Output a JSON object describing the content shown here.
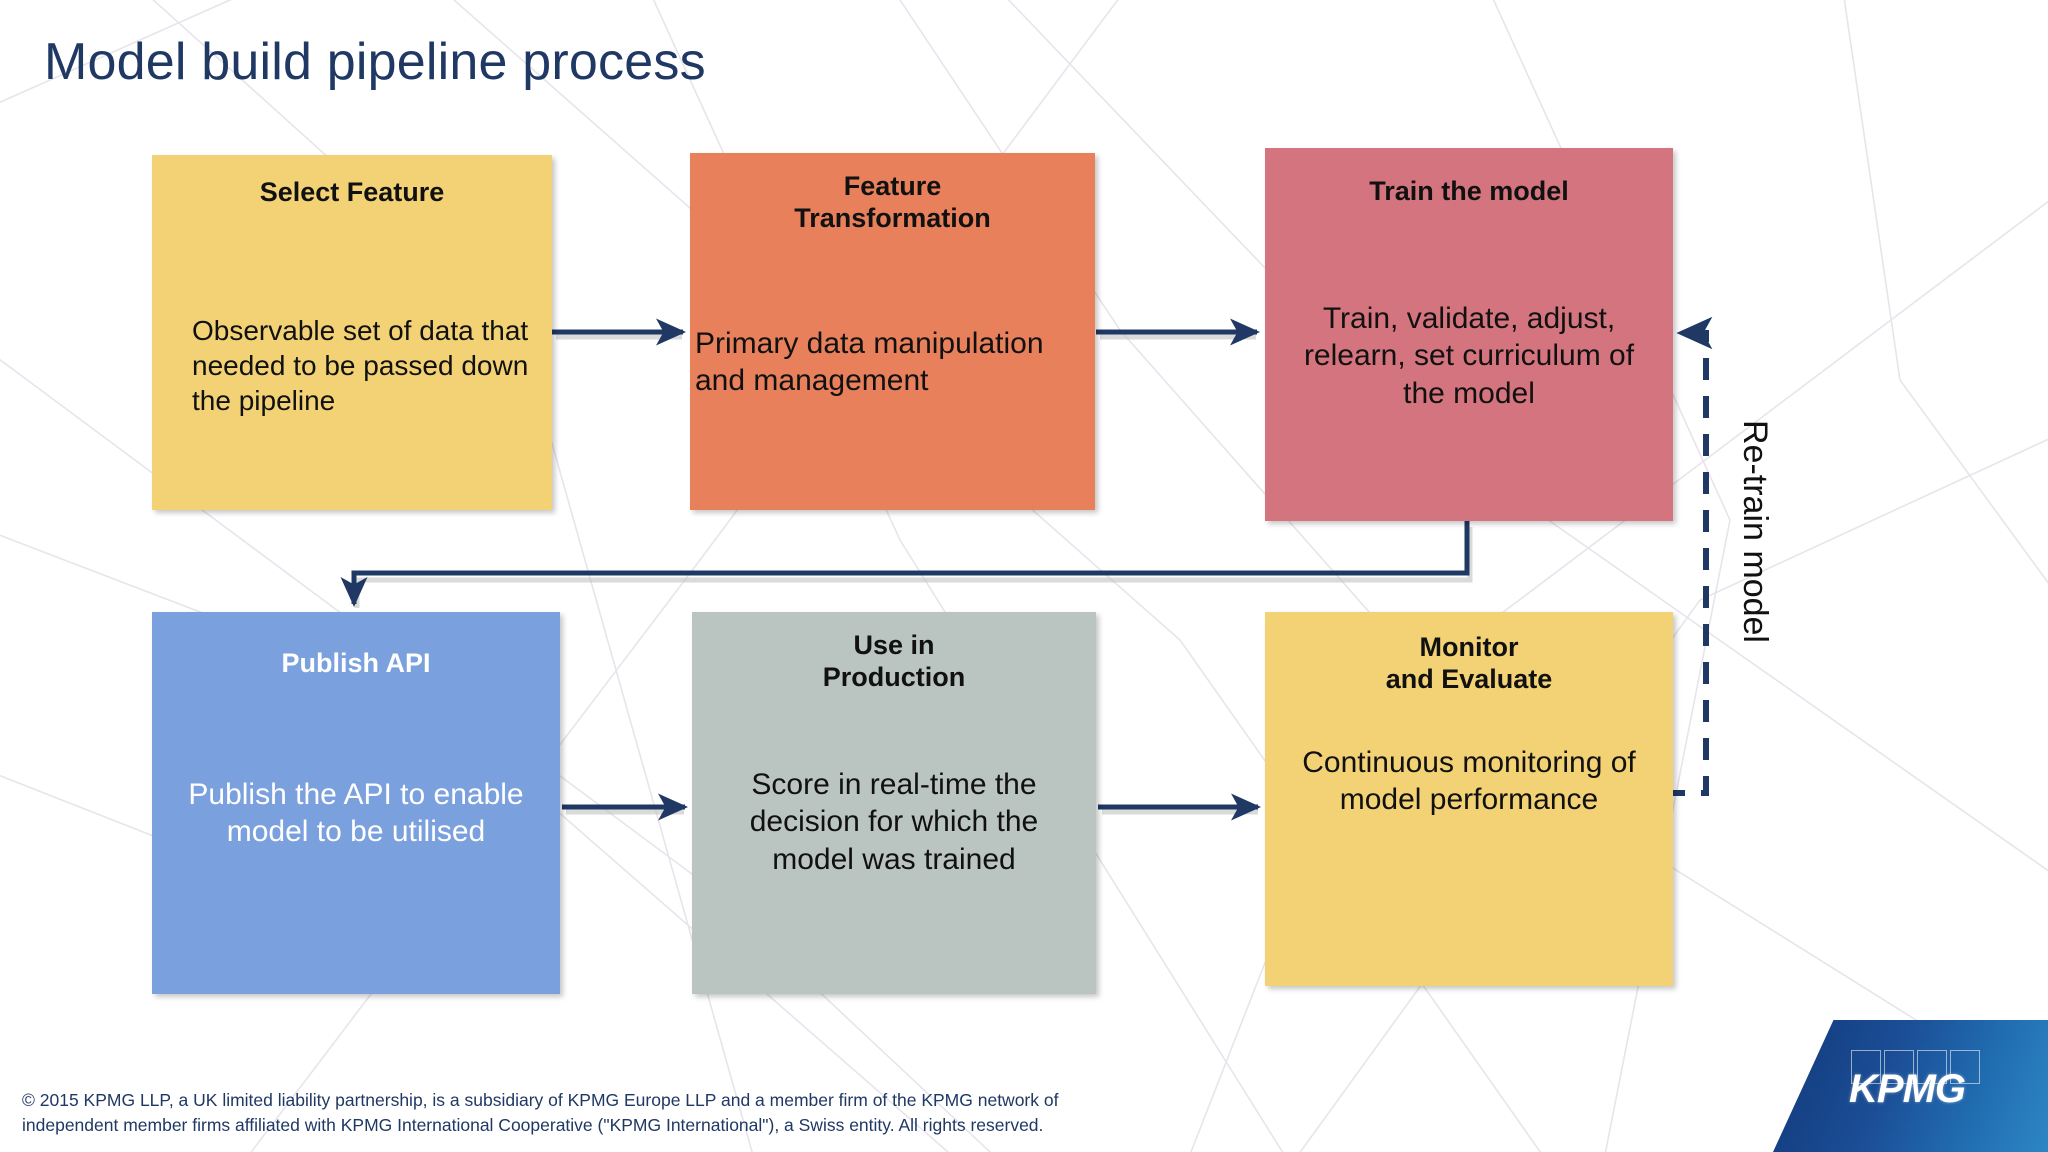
{
  "slide": {
    "title": "Model build pipeline process",
    "title_color": "#1F3864",
    "background_color": "#FFFFFF"
  },
  "diagram_data": {
    "type": "flowchart",
    "title": "Model build pipeline process",
    "flow_order": [
      "Select Feature",
      "Feature Transformation",
      "Train the model",
      "Publish API",
      "Use in Production",
      "Monitor and Evaluate"
    ],
    "nodes": [
      {
        "id": "select-feature",
        "title": "Select Feature",
        "body": "Observable set of data that needed to be passed down the pipeline",
        "fill": "#F2D275",
        "text_color": "#111111",
        "row": 1,
        "column": 1
      },
      {
        "id": "feature-transformation",
        "title": "Feature\nTransformation",
        "body": "Primary data manipulation and management",
        "fill": "#E8805C",
        "text_color": "#111111",
        "row": 1,
        "column": 2
      },
      {
        "id": "train-the-model",
        "title": "Train the model",
        "body": "Train, validate, adjust, relearn, set curriculum of the model",
        "fill": "#D4747E",
        "text_color": "#111111",
        "row": 1,
        "column": 3
      },
      {
        "id": "publish-api",
        "title": "Publish API",
        "body": "Publish the API to enable model to be utilised",
        "fill": "#7BA0DE",
        "text_color": "#FFFFFF",
        "row": 2,
        "column": 1
      },
      {
        "id": "use-in-production",
        "title": "Use in\nProduction",
        "body": "Score in real-time the decision for which the model was trained",
        "fill": "#BAC4C0",
        "text_color": "#111111",
        "row": 2,
        "column": 2
      },
      {
        "id": "monitor-and-evaluate",
        "title": "Monitor\nand Evaluate",
        "body": "Continuous monitoring of model performance",
        "fill": "#F2D275",
        "text_color": "#111111",
        "row": 2,
        "column": 3
      }
    ],
    "edges": [
      {
        "from": "select-feature",
        "to": "feature-transformation",
        "style": "solid",
        "label": ""
      },
      {
        "from": "feature-transformation",
        "to": "train-the-model",
        "style": "solid",
        "label": ""
      },
      {
        "from": "train-the-model",
        "to": "publish-api",
        "style": "solid",
        "label": ""
      },
      {
        "from": "publish-api",
        "to": "use-in-production",
        "style": "solid",
        "label": ""
      },
      {
        "from": "use-in-production",
        "to": "monitor-and-evaluate",
        "style": "solid",
        "label": ""
      },
      {
        "from": "monitor-and-evaluate",
        "to": "train-the-model",
        "style": "dashed",
        "label": "Re-train model"
      }
    ],
    "connector_color": "#1F3864"
  },
  "annotations": {
    "retrain_label": "Re-train model"
  },
  "footer": {
    "line1": "© 2015 KPMG LLP, a UK limited liability partnership, is a subsidiary of KPMG Europe LLP and a member firm of the KPMG network of",
    "line2": "independent member firms affiliated with KPMG International Cooperative (\"KPMG International\"), a Swiss entity. All rights reserved.",
    "text_color": "#1F3864"
  },
  "logo": {
    "wordmark": "KPMG",
    "brand_color": "#1B4E96"
  }
}
